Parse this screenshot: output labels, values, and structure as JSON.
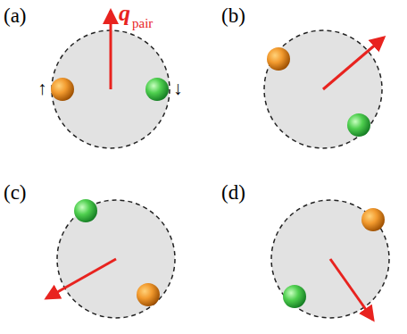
{
  "diagram": {
    "labels": [
      "(a)",
      "↑",
      "↓",
      "q",
      "pair",
      "(b)",
      "(c)",
      "(d)"
    ]
  }
}
